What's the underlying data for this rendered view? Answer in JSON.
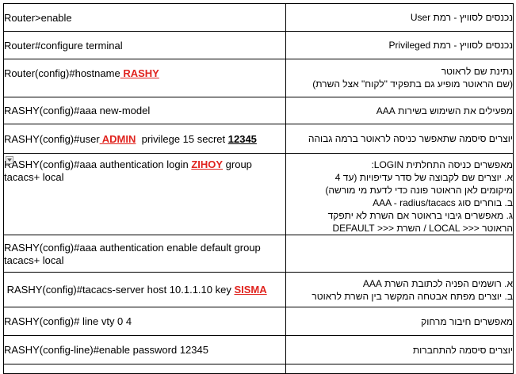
{
  "rows": [
    {
      "cmd": {
        "pre": "Router>enable",
        "hl": "",
        "mid": "",
        "ul": "",
        "post": ""
      },
      "desc": [
        "נכנסים לסוויץ - רמת User"
      ]
    },
    {
      "cmd": {
        "pre": "Router#configure terminal",
        "hl": "",
        "mid": "",
        "ul": "",
        "post": ""
      },
      "desc": [
        "נכנסים לסוויץ - רמת Privileged"
      ]
    },
    {
      "cmd": {
        "pre": "Router(config)#hostname",
        "hl": " RASHY",
        "mid": "",
        "ul": "",
        "post": ""
      },
      "desc": [
        "נתינת שם לראוטר",
        "(שם הראוטר מופיע גם  בתפקיד \"לקוח\" אצל השרת)"
      ]
    },
    {
      "cmd": {
        "pre": "RASHY(config)#aaa new-model",
        "hl": "",
        "mid": "",
        "ul": "",
        "post": ""
      },
      "desc": [
        "מפעילים את השימוש בשירות AAA"
      ]
    },
    {
      "cmd": {
        "pre": "RASHY(config)#user",
        "hl": " ADMIN",
        "mid": "  privilege 15 secret ",
        "ul": "12345",
        "post": ""
      },
      "desc": [
        "יוצרים סיסמה שתאפשר כניסה לראוטר ברמה גבוהה"
      ]
    },
    {
      "cmd": {
        "pre": "RASHY(config)#aaa authentication login ",
        "hl": "ZIHOY",
        "mid": " group tacacs+ local",
        "ul": "",
        "post": ""
      },
      "desc": [
        "מאפשרים כניסה התחלתית LOGIN:",
        "א. יוצרים שם לקבוצה של סדר עדיפויות (עד 4",
        "מיקומים לאן הראוטר פונה כדי לדעת מי מורשה)",
        "ב. בוחרים סוג AAA - radius/tacacs",
        "ג. מאפשרים גיבוי בראוטר אם השרת לא יתפקד",
        "הראוטר <<< LOCAL   /  השרת <<< DEFAULT"
      ]
    },
    {
      "cmd": {
        "pre": "RASHY(config)#aaa authentication enable default group tacacs+ local",
        "hl": "",
        "mid": "",
        "ul": "",
        "post": ""
      },
      "desc": []
    },
    {
      "cmd": {
        "pre": " RASHY(config)#tacacs-server host 10.1.1.10 key ",
        "hl": "SISMA",
        "mid": "",
        "ul": "",
        "post": ""
      },
      "desc": [
        "א. רושמים הפניה לכתובת השרת AAA",
        "ב. יוצרים מפתח אבטחה המקשר בין השרת לראוטר"
      ]
    },
    {
      "cmd": {
        "pre": "RASHY(config)# line vty 0 4",
        "hl": "",
        "mid": "",
        "ul": "",
        "post": ""
      },
      "desc": [
        "מאפשרים חיבור מרחוק"
      ]
    },
    {
      "cmd": {
        "pre": "RASHY(config-line)#enable password 12345",
        "hl": "",
        "mid": "",
        "ul": "",
        "post": ""
      },
      "desc": [
        "יוצרים סיסמה להתחברות"
      ]
    }
  ]
}
